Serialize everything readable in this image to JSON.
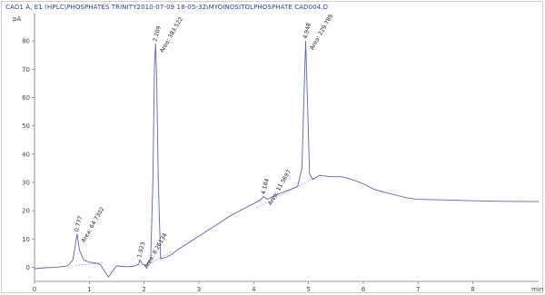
{
  "title": "CAD1 A, E1 (HPLC\\PHOSPHATES TRINITY2010-07-09 18-05-32\\MYOINOSITOLPHOSPHATE CAD004.D",
  "chart_data": {
    "type": "line",
    "ylabel": "pA",
    "xlabel": "min",
    "xlim": [
      0,
      9.2
    ],
    "ylim": [
      -5,
      90
    ],
    "x_ticks": [
      0,
      1,
      2,
      3,
      4,
      5,
      6,
      7,
      8
    ],
    "y_ticks": [
      0,
      10,
      20,
      30,
      40,
      50,
      60,
      70,
      80
    ],
    "grid": false,
    "series": [
      {
        "x": [
          0,
          0.2,
          0.4,
          0.6,
          0.7,
          0.74,
          0.777,
          0.82,
          0.9,
          1.0,
          1.1,
          1.2,
          1.3,
          1.35,
          1.4,
          1.5,
          1.6,
          1.7,
          1.8,
          1.9,
          1.923,
          1.97,
          2.05,
          2.12,
          2.16,
          2.19,
          2.209,
          2.23,
          2.26,
          2.3,
          2.4,
          2.5,
          2.6,
          2.8,
          3.0,
          3.2,
          3.4,
          3.6,
          3.8,
          4.0,
          4.1,
          4.184,
          4.25,
          4.4,
          4.6,
          4.8,
          4.88,
          4.92,
          4.948,
          4.98,
          5.02,
          5.08,
          5.2,
          5.4,
          5.6,
          5.8,
          6.0,
          6.2,
          6.4,
          6.6,
          6.8,
          7.0,
          7.5,
          8.0,
          8.5,
          9.2
        ],
        "y": [
          -0.5,
          -0.2,
          0.0,
          0.5,
          2.5,
          7.0,
          11.8,
          6.0,
          2.5,
          1.8,
          1.5,
          1.0,
          -2.0,
          -3.5,
          -2.0,
          0.5,
          0.3,
          0.2,
          0.3,
          1.0,
          2.6,
          1.0,
          0.8,
          3.0,
          30.0,
          72.0,
          79.0,
          66.0,
          30.0,
          3.0,
          3.5,
          4.5,
          6.0,
          8.5,
          11.0,
          13.5,
          16.0,
          18.5,
          20.5,
          22.5,
          23.5,
          25.0,
          24.0,
          25.5,
          27.0,
          28.5,
          35.0,
          62.0,
          80.0,
          60.0,
          33.0,
          31.0,
          32.5,
          32.0,
          32.0,
          31.0,
          29.5,
          27.5,
          26.5,
          25.5,
          24.5,
          24.0,
          23.8,
          23.5,
          23.3,
          23.2
        ]
      }
    ],
    "baselines": [
      {
        "x": [
          0.74,
          1.25
        ],
        "y": [
          0.6,
          1.6
        ]
      },
      {
        "x": [
          2.0,
          2.5
        ],
        "y": [
          0.2,
          5.5
        ]
      },
      {
        "x": [
          4.05,
          5.15
        ],
        "y": [
          21.0,
          32.0
        ]
      }
    ],
    "annotations": [
      {
        "x": 0.777,
        "y": 11.8,
        "rt": "0.777",
        "area": "Area: 64.7302"
      },
      {
        "x": 1.923,
        "y": 2.6,
        "rt": "1.923",
        "area": "Area: 8.26134"
      },
      {
        "x": 2.209,
        "y": 79.0,
        "rt": "2.209",
        "area": "Area: 383.522"
      },
      {
        "x": 4.184,
        "y": 25.0,
        "rt": "4.184",
        "area": "Area: 11.5697"
      },
      {
        "x": 4.948,
        "y": 80.0,
        "rt": "4.948",
        "area": "Area: 229.789"
      }
    ]
  }
}
